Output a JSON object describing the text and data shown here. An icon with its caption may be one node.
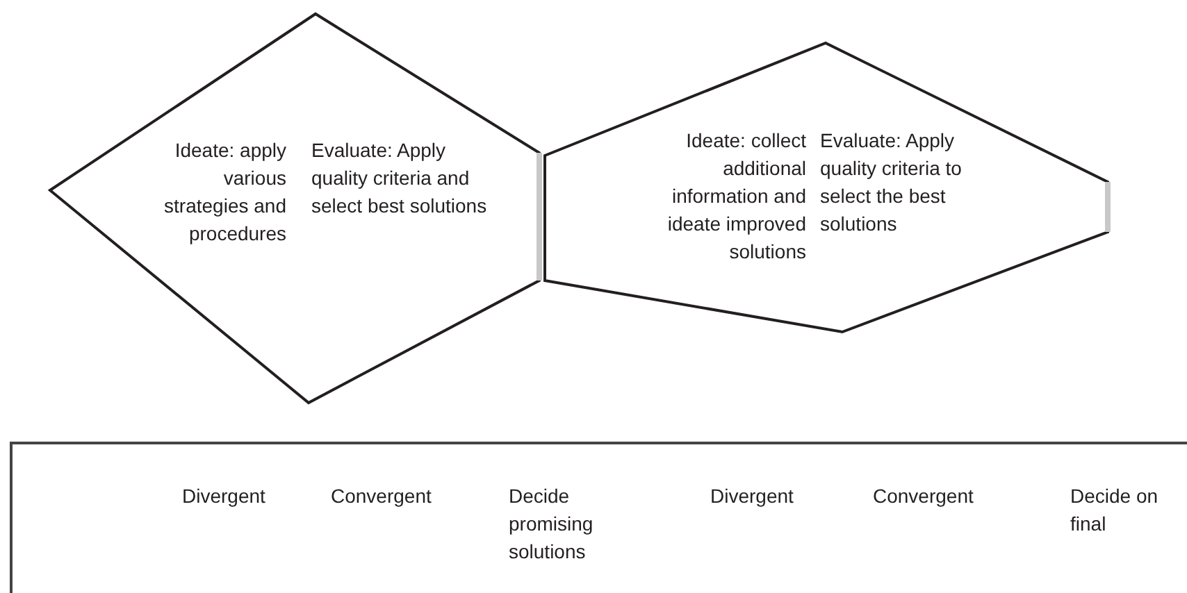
{
  "diagram": {
    "nodes": [
      {
        "text": [
          "Ideate: apply various strategies and procedures",
          "Evaluate: Apply quality criteria and select best solutions"
        ]
      },
      {
        "text": [
          "Ideate: collect additional information and ideate improved solutions",
          "Evaluate: Apply quality criteria to select the best solutions"
        ]
      },
      {
        "text": [
          "Divergent",
          "Convergent",
          "Decide promising solutions",
          "Divergent",
          "Convergent",
          "Decide on final"
        ]
      }
    ]
  }
}
